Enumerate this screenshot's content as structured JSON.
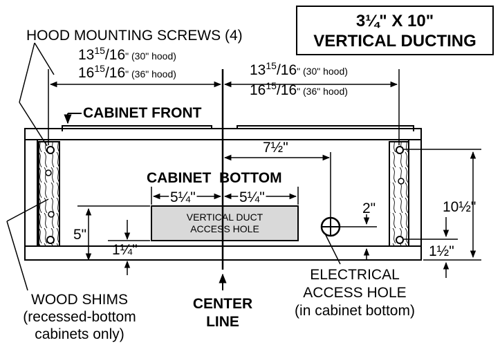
{
  "ducting_box": {
    "line1": "3¼\" X 10\"",
    "line2": "VERTICAL DUCTING"
  },
  "labels": {
    "hood_screws": "HOOD MOUNTING SCREWS (4)",
    "cabinet_front": "CABINET FRONT",
    "cabinet_bottom": "CABINET  BOTTOM",
    "duct_hole_line1": "VERTICAL DUCT",
    "duct_hole_line2": "ACCESS HOLE",
    "wood_shims_1": "WOOD SHIMS",
    "wood_shims_2": "(recessed-bottom",
    "wood_shims_3": "cabinets only)",
    "center_1": "CENTER",
    "center_2": "LINE",
    "elec_1": "ELECTRICAL",
    "elec_2": "ACCESS HOLE",
    "elec_3": "(in cabinet bottom)"
  },
  "dimensions": {
    "left_30_whole": "13",
    "left_30_frac": "15",
    "left_30_den": "/16",
    "left_30_tail": "\" (30\" hood)",
    "left_36_whole": "16",
    "left_36_frac": "15",
    "left_36_den": "/16",
    "left_36_tail": "\" (36\" hood)",
    "right_30_whole": "13",
    "right_30_frac": "15",
    "right_30_den": "/16",
    "right_30_tail": "\" (30\" hood)",
    "right_36_whole": "16",
    "right_36_frac": "15",
    "right_36_den": "/16",
    "right_36_tail": "\" (36\" hood)",
    "seven_half": "7½\"",
    "five_quarter_left": "5¼\"",
    "five_quarter_right": "5¼\"",
    "five": "5\"",
    "one_quarter": "1¼\"",
    "two": "2\"",
    "ten_half": "10½\"",
    "one_half": "1½\""
  }
}
